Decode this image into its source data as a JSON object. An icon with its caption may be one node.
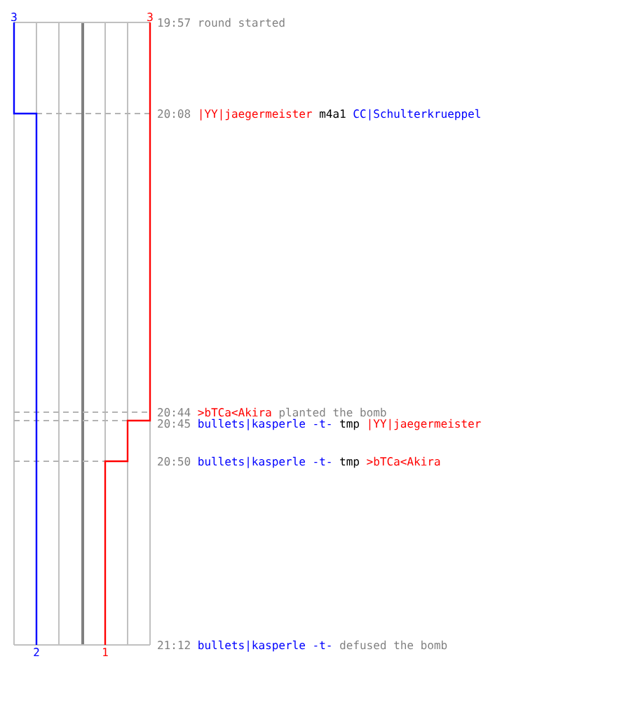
{
  "diagram": {
    "labels": [
      "3",
      "3",
      "19:57",
      "round started",
      "20:08",
      "|YY|jaegermeister",
      "m4a1",
      "CC|Schulterkrueppel",
      "20:44",
      ">bTCa<Akira",
      "planted the bomb",
      "20:45",
      "bullets|kasperle -t-",
      "tmp",
      "|YY|jaegermeister",
      "20:50",
      "bullets|kasperle -t-",
      "tmp",
      ">bTCa<Akira",
      "2",
      "1",
      "21:12",
      "bullets|kasperle -t-",
      "defused the bomb"
    ]
  }
}
